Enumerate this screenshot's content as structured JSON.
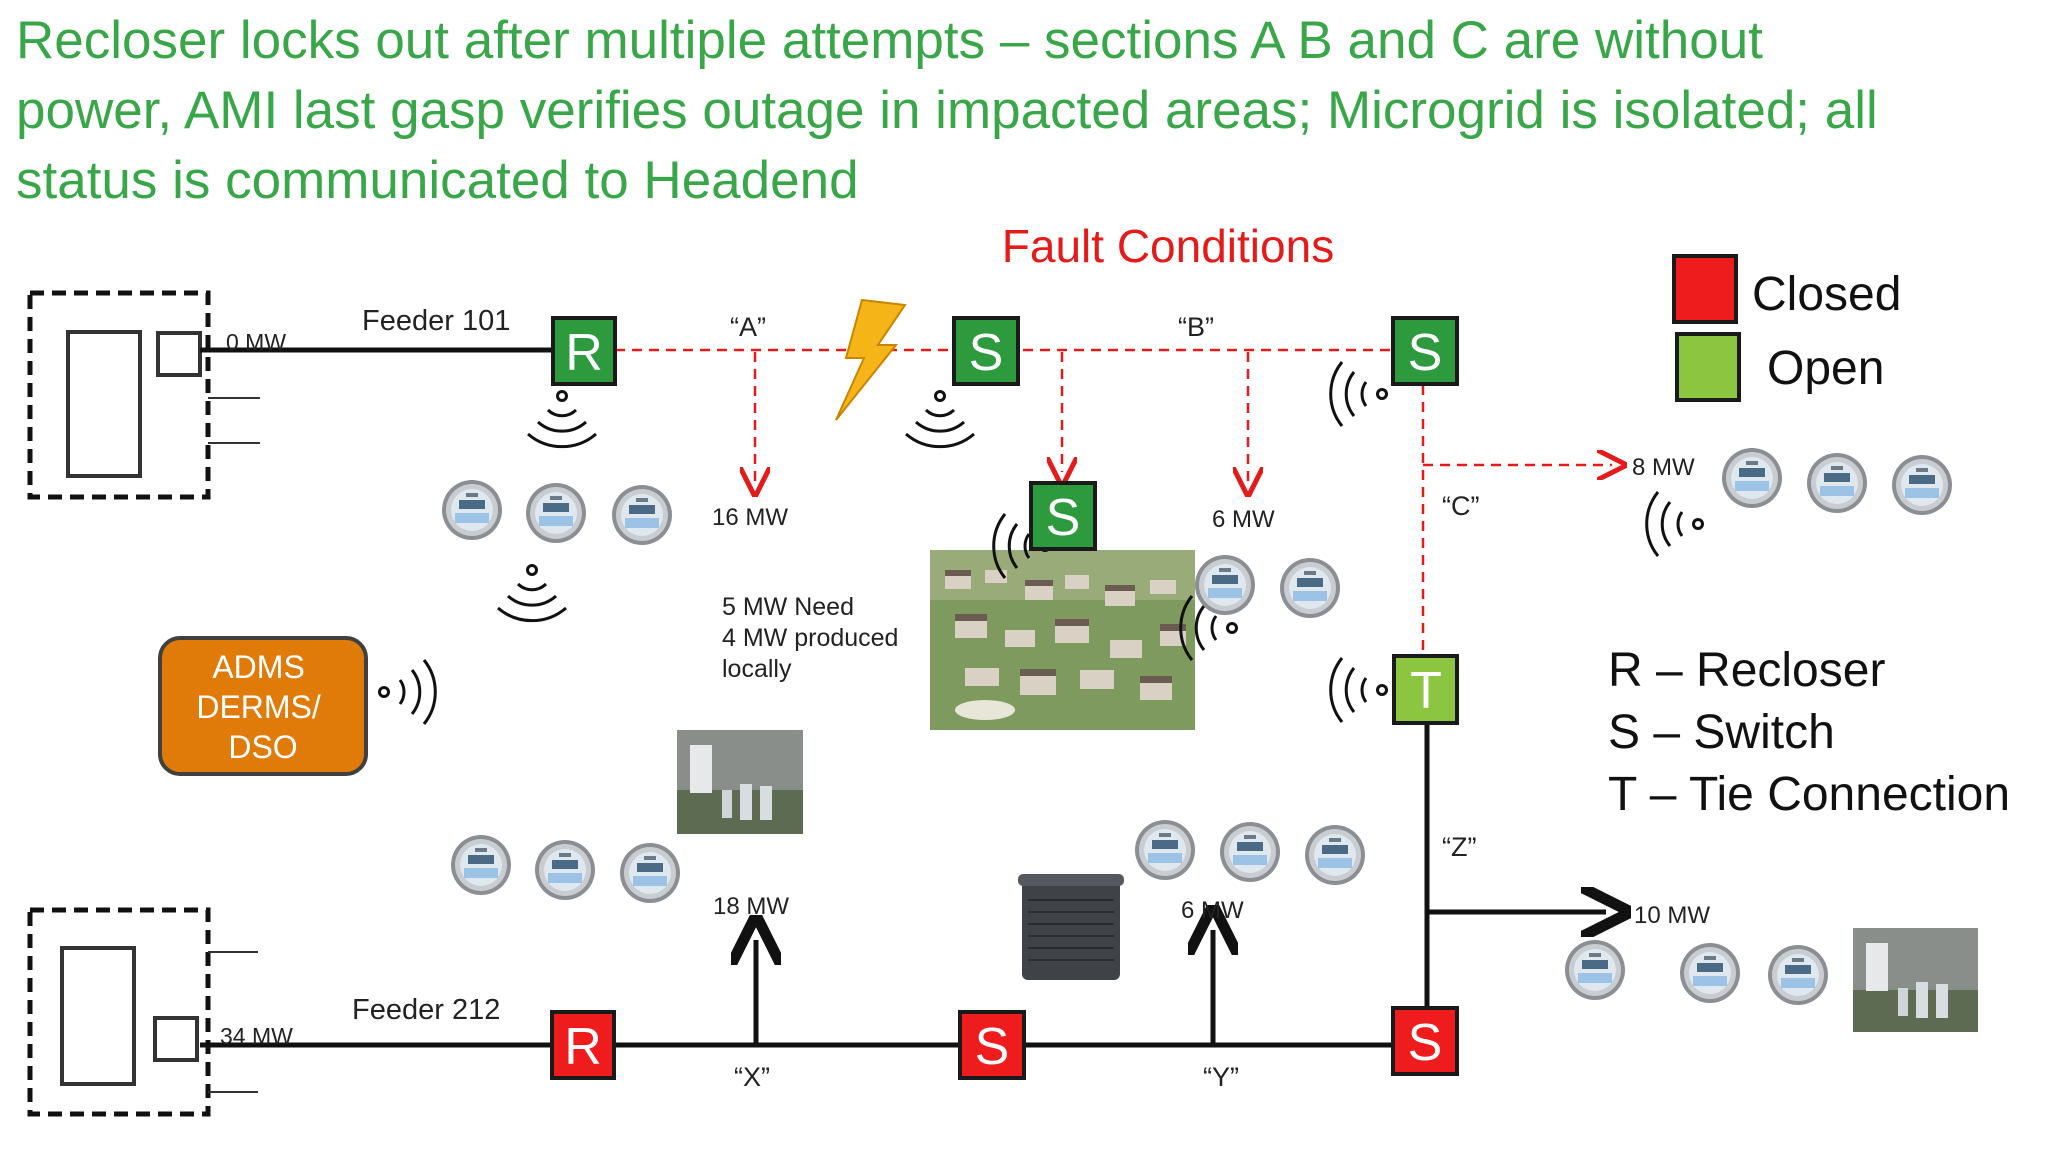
{
  "title": {
    "lines": [
      "Recloser locks out after multiple attempts – sections A B and C are without",
      "power, AMI last gasp verifies outage in impacted areas; Microgrid is isolated; all",
      "status is communicated to Headend"
    ]
  },
  "fault_heading": "Fault Conditions",
  "colors": {
    "title": "#3aa64a",
    "fault": "#e31b1b",
    "closed": "#ee1c1c",
    "open": "#8cc641",
    "device_green": "#2e9a3e",
    "adms": "#e07b0a"
  },
  "legend": {
    "closed": "Closed",
    "open": "Open",
    "abbreviations": [
      "R – Recloser",
      "S – Switch",
      "T – Tie Connection"
    ]
  },
  "feeders": {
    "top": {
      "name": "Feeder 101",
      "load": "0 MW"
    },
    "bottom": {
      "name": "Feeder 212",
      "load": "34 MW"
    }
  },
  "devices": {
    "recloser": "R",
    "switch": "S",
    "tie": "T"
  },
  "sections": {
    "a": "“A”",
    "b": "“B”",
    "c": "“C”",
    "x": "“X”",
    "y": "“Y”",
    "z": "“Z”"
  },
  "loads": {
    "a": "16 MW",
    "b": "6 MW",
    "c": "8 MW",
    "x": "18 MW",
    "y": "6 MW",
    "z": "10 MW"
  },
  "microgrid_note": [
    "5 MW Need",
    "4 MW produced",
    "locally"
  ],
  "adms_lines": [
    "ADMS",
    "DERMS/",
    "DSO"
  ],
  "icons": [
    "substation-icon",
    "smart-meter-icon",
    "wireless-signal-icon",
    "lightning-fault-icon",
    "neighborhood-photo",
    "battery-storage-photo",
    "ac-unit-photo"
  ]
}
